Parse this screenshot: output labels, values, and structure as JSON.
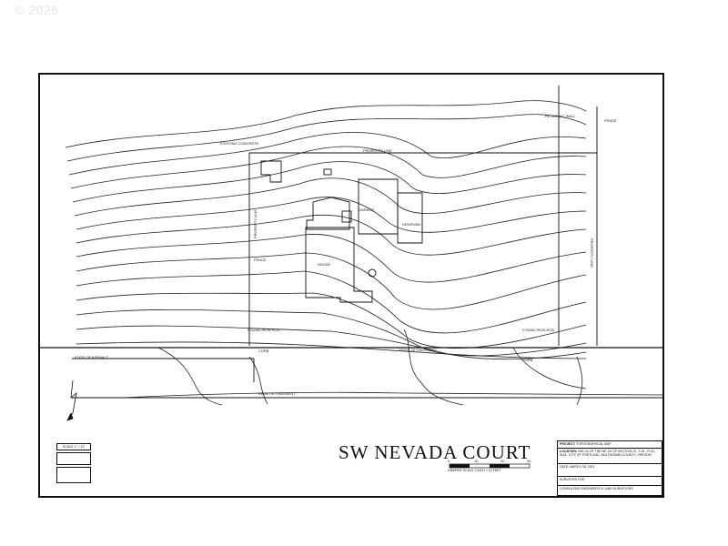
{
  "copyright": "© 2026",
  "street_name": "SW NEVADA COURT",
  "title_block": {
    "project_label": "PROJECT:",
    "project": "TOPOGRAPHICAL MAP",
    "location_label": "LOCATION:",
    "location": "NW 1/4 OF THE NE 1/4 OF SECTION 21, T.1S., R.1E., W.M., CITY OF PORTLAND, MULTNOMAH COUNTY, OREGON",
    "date": "DATE: MARCH 28, 2001",
    "drawing": "SURVEYED FOR",
    "firm": "CONSULTING ENGINEERS & LAND SURVEYORS"
  },
  "scale_note": "SCALE 1\" = 10'",
  "graphic_scale_label": "GRAPHIC SCALE 1 INCH = 10 FEET",
  "graphic_scale_ticks": [
    "0",
    "10",
    "20",
    "30"
  ],
  "north_arrow": "N",
  "colors": {
    "line": "#111111",
    "contour": "#222222"
  }
}
